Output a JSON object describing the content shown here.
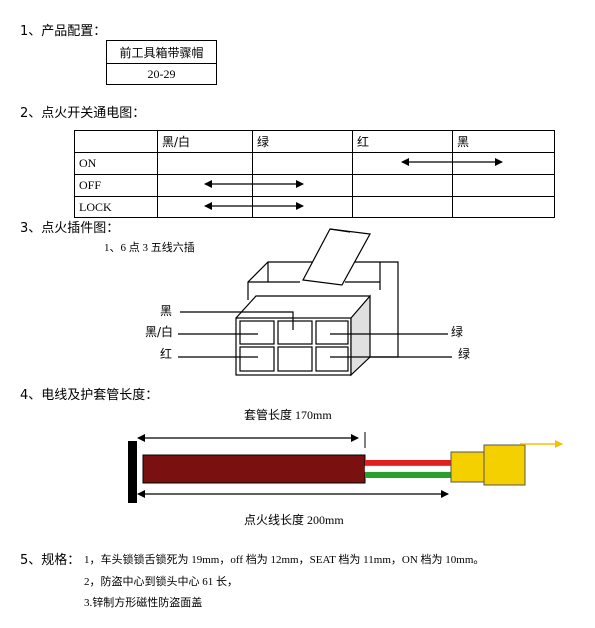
{
  "sections": {
    "s1": "1、产品配置：",
    "s2": "2、点火开关通电图：",
    "s3": "3、点火插件图：",
    "s4": "4、电线及护套管长度：",
    "s5_prefix": "5、规格：",
    "s5_line1": "1，车头锁锁舌锁死为 19mm，off 档为 12mm，SEAT 档为 11mm，ON 档为 10mm。",
    "s5_line2": "2，防盗中心到锁头中心 61 长，",
    "s5_line3": "3.锌制方形磁性防盗面盖"
  },
  "config_table": {
    "header": "前工具箱带骤帽",
    "value": "20-29"
  },
  "switch_table": {
    "columns": [
      "",
      "黑/白",
      "绿",
      "红",
      "黑"
    ],
    "rows": [
      "ON",
      "OFF",
      "LOCK"
    ]
  },
  "connector": {
    "subtitle": "1、6 点 3 五线六插",
    "label_black": "黑",
    "label_black_white": "黑/白",
    "label_red": "红",
    "label_green_top": "绿",
    "label_green_bottom": "绿"
  },
  "cable": {
    "sleeve_label": "套管长度 170mm",
    "wire_label": "点火线长度 200mm",
    "sleeve_color": "#7a1010",
    "wire_colors": [
      "#e02020",
      "#ffffff",
      "#2aa02a"
    ],
    "plug_color": "#f5d000"
  }
}
